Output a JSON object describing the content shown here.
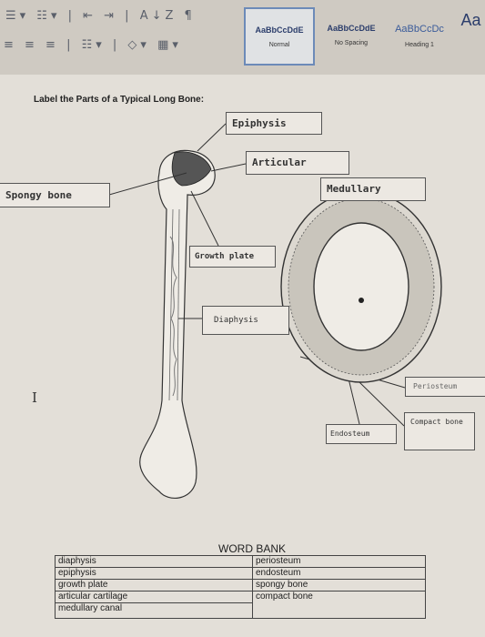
{
  "toolbar": {
    "row1_icons": "☰▾ ☷▾ | ⇤ ⇥ | A↓Z ¶",
    "row2_icons": "≡ ≡ ≡ | ☷▾ | ◇▾ ▦▾",
    "styles": [
      {
        "sample": "AaBbCcDdE",
        "name": "Normal"
      },
      {
        "sample": "AaBbCcDdE",
        "name": "No Spacing"
      },
      {
        "sample": "AaBbCcDc",
        "name": "Heading 1"
      },
      {
        "sample": "Aa",
        "name": ""
      }
    ]
  },
  "document": {
    "title": "Label the Parts of a Typical Long Bone:",
    "labels": {
      "epiphysis": "Epiphysis",
      "articular": "Articular",
      "spongy": "Spongy bone",
      "medullary": "Medullary",
      "growth": "Growth plate",
      "diaphysis": "Diaphysis",
      "periosteum": "Periosteum",
      "endosteum": "Endosteum",
      "compact": "Compact bone"
    },
    "word_bank": {
      "title": "WORD BANK",
      "col1": [
        "diaphysis",
        "epiphysis",
        "growth plate",
        "articular cartilage",
        "medullary canal"
      ],
      "col2": [
        "periosteum",
        "endosteum",
        "spongy bone",
        "compact bone"
      ]
    }
  }
}
